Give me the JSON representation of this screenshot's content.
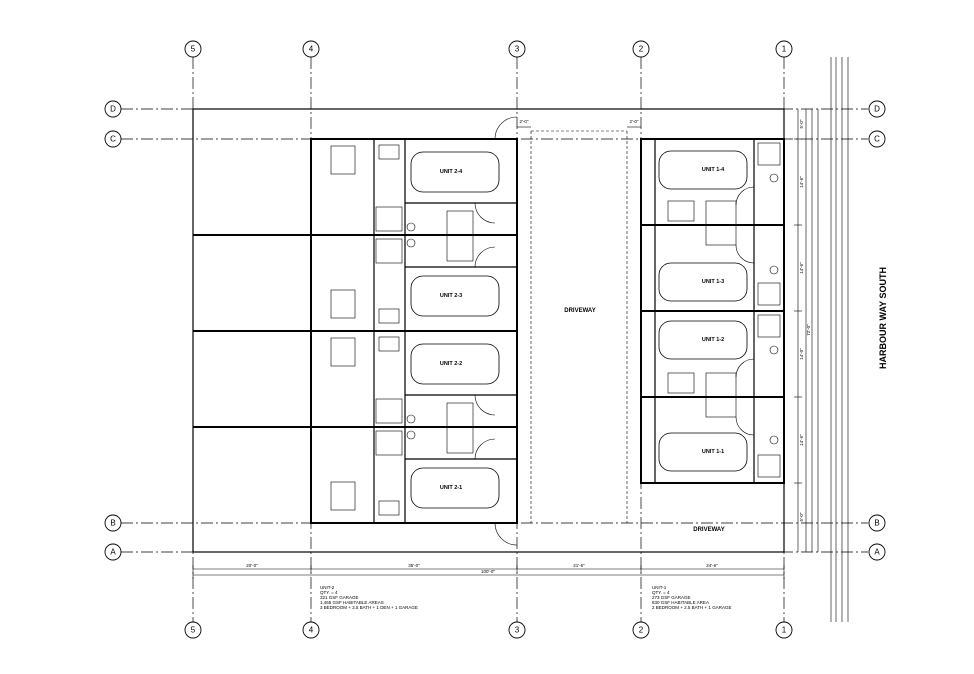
{
  "grid": {
    "columns": [
      "5",
      "4",
      "3",
      "2",
      "1"
    ],
    "rows": [
      "D",
      "C",
      "B",
      "A"
    ]
  },
  "street_name": "HARBOUR WAY SOUTH",
  "driveways": [
    "DRIVEWAY",
    "DRIVEWAY"
  ],
  "unit2_block": {
    "units": [
      "UNIT 2-4",
      "UNIT 2-3",
      "UNIT 2-2",
      "UNIT 2-1"
    ],
    "notes": [
      "UNIT-2",
      "QTY. = 4",
      "321 GSF GARAGE",
      "1,465 GSF HABITABLE AREAS",
      "3 BEDROOM + 3.5 BATH + 1 DEN + 1 GARAGE"
    ]
  },
  "unit1_block": {
    "units": [
      "UNIT 1-4",
      "UNIT 1-3",
      "UNIT 1-2",
      "UNIT 1-1"
    ],
    "notes": [
      "UNIT-1",
      "QTY. = 4",
      "273 GSF GARAGE",
      "830 GSF HABITABLE AREA",
      "2 BEDROOM + 2.5 BATH + 1 GARAGE"
    ]
  },
  "dimensions": {
    "bottom_segments": [
      "20'-0\"",
      "35'-0\"",
      "21'-6\"",
      "24'-6\""
    ],
    "bottom_total": "100'-0\"",
    "setback_left": "2'-0\"",
    "setback_right": "2'-0\"",
    "right_side": [
      "5'-0\"",
      "14'-6\"",
      "14'-6\"",
      "72'-0\"",
      "14'-0\"",
      "14'-6\"",
      "5'-0\""
    ]
  }
}
